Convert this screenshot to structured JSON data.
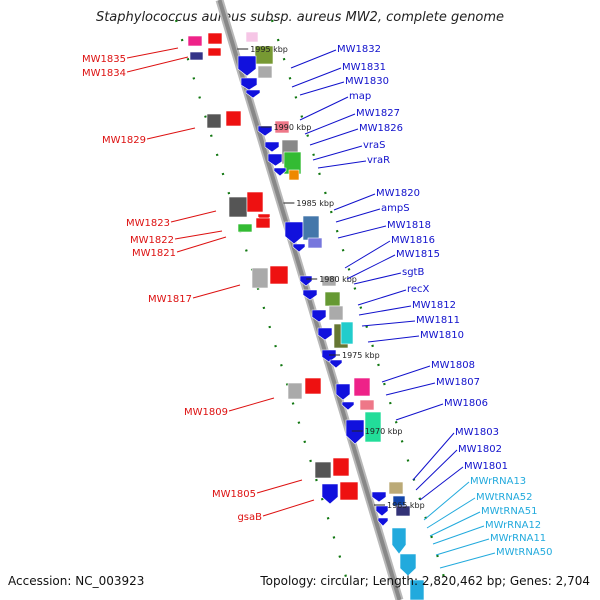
{
  "title": "Staphylococcus aureus subsp. aureus MW2, complete genome",
  "footer": {
    "accession": "Accession: NC_003923",
    "summary": "Topology: circular; Length: 2,820,462 bp; Genes: 2,704"
  },
  "colors": {
    "left_label": "#dd1111",
    "right_label": "#1111cc",
    "rna_label": "#22aadd",
    "backbone": "#888888",
    "tick": "#117711"
  },
  "scale_labels": [
    "1995 kbp",
    "1990 kbp",
    "1985 kbp",
    "1980 kbp",
    "1975 kbp",
    "1970 kbp",
    "1965 kbp"
  ],
  "left_labels": [
    "MW1835",
    "MW1834",
    "MW1829",
    "MW1823",
    "MW1822",
    "MW1821",
    "MW1817",
    "MW1809",
    "MW1805",
    "gsaB"
  ],
  "right_labels": [
    "MW1832",
    "MW1831",
    "MW1830",
    "map",
    "MW1827",
    "MW1826",
    "vraS",
    "vraR",
    "MW1820",
    "ampS",
    "MW1818",
    "MW1816",
    "MW1815",
    "sgtB",
    "recX",
    "MW1812",
    "MW1811",
    "MW1810",
    "MW1808",
    "MW1807",
    "MW1806",
    "MW1803",
    "MW1802",
    "MW1801"
  ],
  "rna_labels": [
    "MWrRNA13",
    "MWtRNA52",
    "MWtRNA51",
    "MWrRNA12",
    "MWrRNA11",
    "MWtRNA50"
  ]
}
